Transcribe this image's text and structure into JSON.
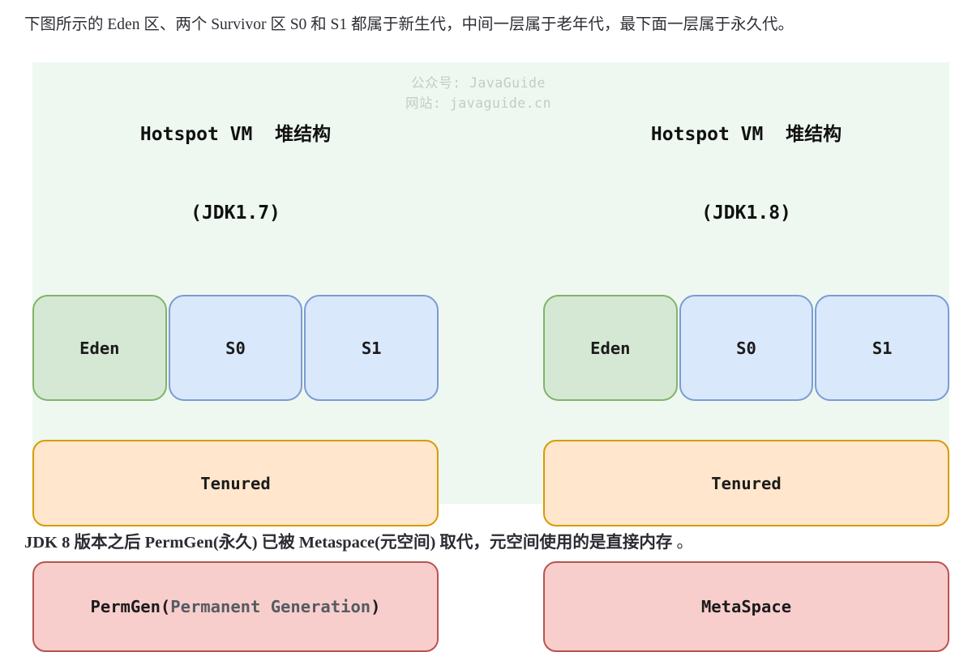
{
  "colors": {
    "page_background": "#ffffff",
    "diagram_background": "#eef8f0",
    "eden_fill": "#d5e8d4",
    "eden_border": "#82b366",
    "survivor_fill": "#dae8fc",
    "survivor_border": "#7a9cd4",
    "tenured_fill": "#ffe6cc",
    "tenured_border": "#d79b00",
    "perm_fill": "#f8cecc",
    "perm_border": "#b85450",
    "watermark_text": "#c4cbc6",
    "body_text": "#2e2e36"
  },
  "intro": {
    "text": "下图所示的 Eden 区、两个 Survivor 区 S0 和 S1 都属于新生代，中间一层属于老年代，最下面一层属于永久代。"
  },
  "diagram": {
    "watermark": {
      "line1": "公众号: JavaGuide",
      "line2": "网站: javaguide.cn"
    },
    "panels": [
      {
        "title_line1": "Hotspot VM  堆结构",
        "title_line2": "(JDK1.7)",
        "boxes": {
          "eden": "Eden",
          "s0": "S0",
          "s1": "S1",
          "tenured": "Tenured",
          "bottom_main": "PermGen(",
          "bottom_sub": "Permanent Generation",
          "bottom_close": ")"
        }
      },
      {
        "title_line1": "Hotspot VM  堆结构",
        "title_line2": "(JDK1.8)",
        "boxes": {
          "eden": "Eden",
          "s0": "S0",
          "s1": "S1",
          "tenured": "Tenured",
          "bottom_main": "MetaSpace",
          "bottom_sub": "",
          "bottom_close": ""
        }
      }
    ]
  },
  "footer": {
    "bold_text": "JDK 8 版本之后 PermGen(永久) 已被 Metaspace(元空间) 取代，元空间使用的是直接内存",
    "suffix": " 。"
  }
}
